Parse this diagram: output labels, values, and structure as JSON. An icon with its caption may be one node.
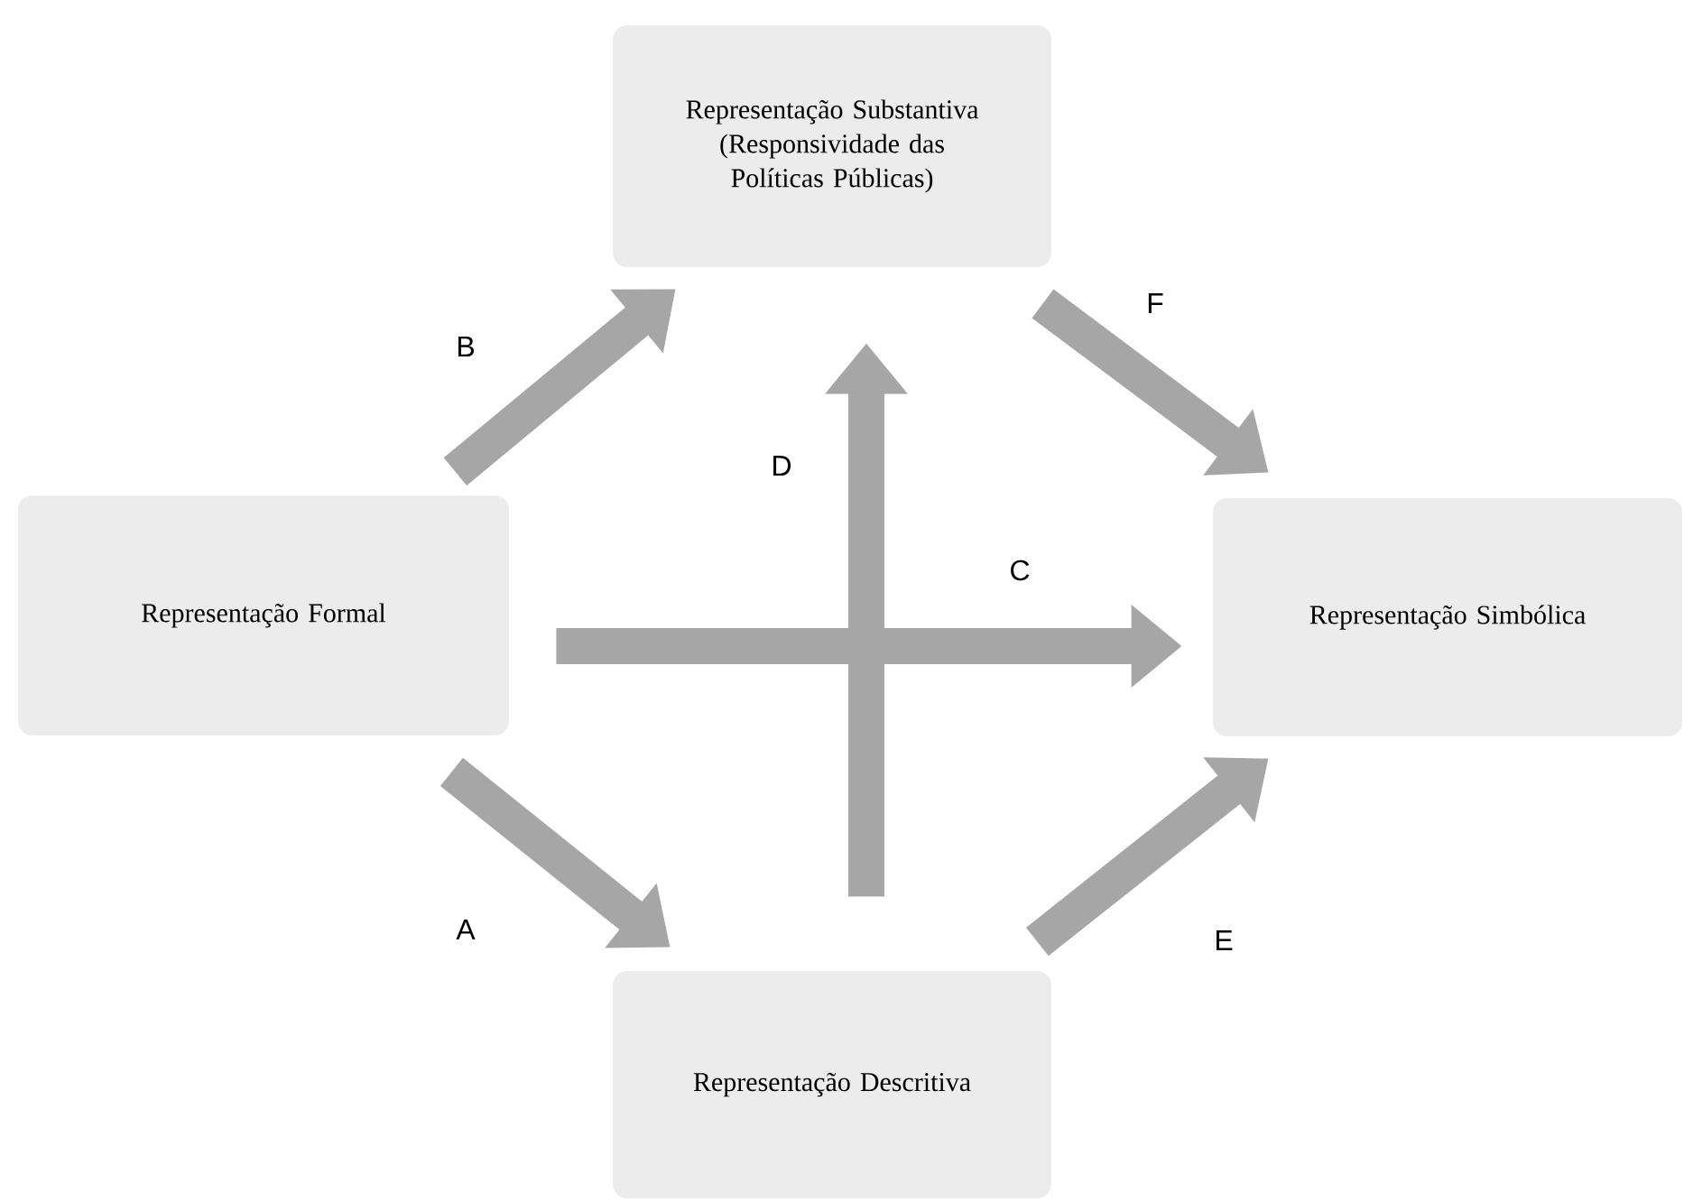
{
  "diagram": {
    "nodes": [
      {
        "text": [
          "Representação Formal"
        ]
      },
      {
        "text": [
          "Representação Substantiva (Responsividade das Políticas Públicas)"
        ]
      },
      {
        "text": [
          "Representação Simbólica"
        ]
      },
      {
        "text": [
          "Representação Descritiva"
        ]
      }
    ],
    "edges": [
      {
        "from": 0,
        "to": 3,
        "arrow": "to",
        "label": "A"
      },
      {
        "from": 0,
        "to": 1,
        "arrow": "to",
        "label": "B"
      },
      {
        "from": 0,
        "to": 2,
        "arrow": "to",
        "label": "C"
      },
      {
        "from": 3,
        "to": 1,
        "arrow": "to",
        "label": "D"
      },
      {
        "from": 3,
        "to": 2,
        "arrow": "to",
        "label": "E"
      },
      {
        "from": 1,
        "to": 2,
        "arrow": "to",
        "label": "F"
      }
    ]
  }
}
